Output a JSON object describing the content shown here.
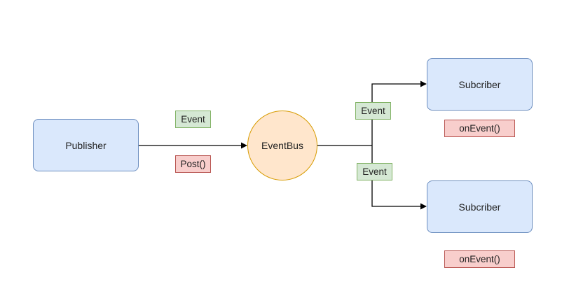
{
  "nodes": {
    "publisher": "Publisher",
    "eventbus": "EventBus",
    "subscriber_top": "Subcriber",
    "subscriber_bottom": "Subcriber"
  },
  "labels": {
    "publisher_event": "Event",
    "publisher_post": "Post()",
    "branch_top_event": "Event",
    "branch_bottom_event": "Event",
    "subscriber_top_handler": "onEvent()",
    "subscriber_bottom_handler": "onEvent()"
  },
  "colors": {
    "node_fill": "#dae8fc",
    "node_stroke": "#6c8ebf",
    "bus_fill": "#ffe6cc",
    "bus_stroke": "#d79b00",
    "event_fill": "#d5e8d4",
    "event_stroke": "#82b366",
    "call_fill": "#f8cecc",
    "call_stroke": "#b85450"
  }
}
